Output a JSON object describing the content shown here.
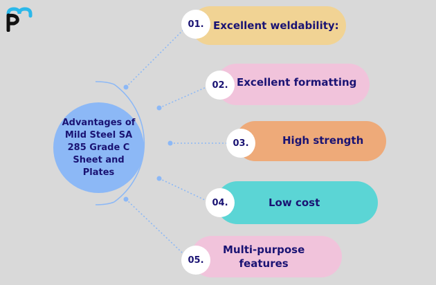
{
  "logo": {
    "name": "pm-logo",
    "colors": {
      "top": "#2bb8ea",
      "bottom": "#111111"
    }
  },
  "center": {
    "title": "Advantages of\nMild Steel SA\n285 Grade C\nSheet and\nPlates",
    "color": "#8cb8f6"
  },
  "items": [
    {
      "number": "01.",
      "label": "Excellent weldability:",
      "color": "#f1d394"
    },
    {
      "number": "02.",
      "label": "Excellent formatting",
      "color": "#f1c3db"
    },
    {
      "number": "03.",
      "label": "High strength",
      "color": "#eeaa79"
    },
    {
      "number": "04.",
      "label": "Low cost",
      "color": "#5bd5d5"
    },
    {
      "number": "05.",
      "label": "Multi-purpose\nfeatures",
      "color": "#f1c3db"
    }
  ],
  "colors": {
    "background": "#d9d9d9",
    "text": "#1a1373",
    "connector": "#8cb8f6"
  }
}
